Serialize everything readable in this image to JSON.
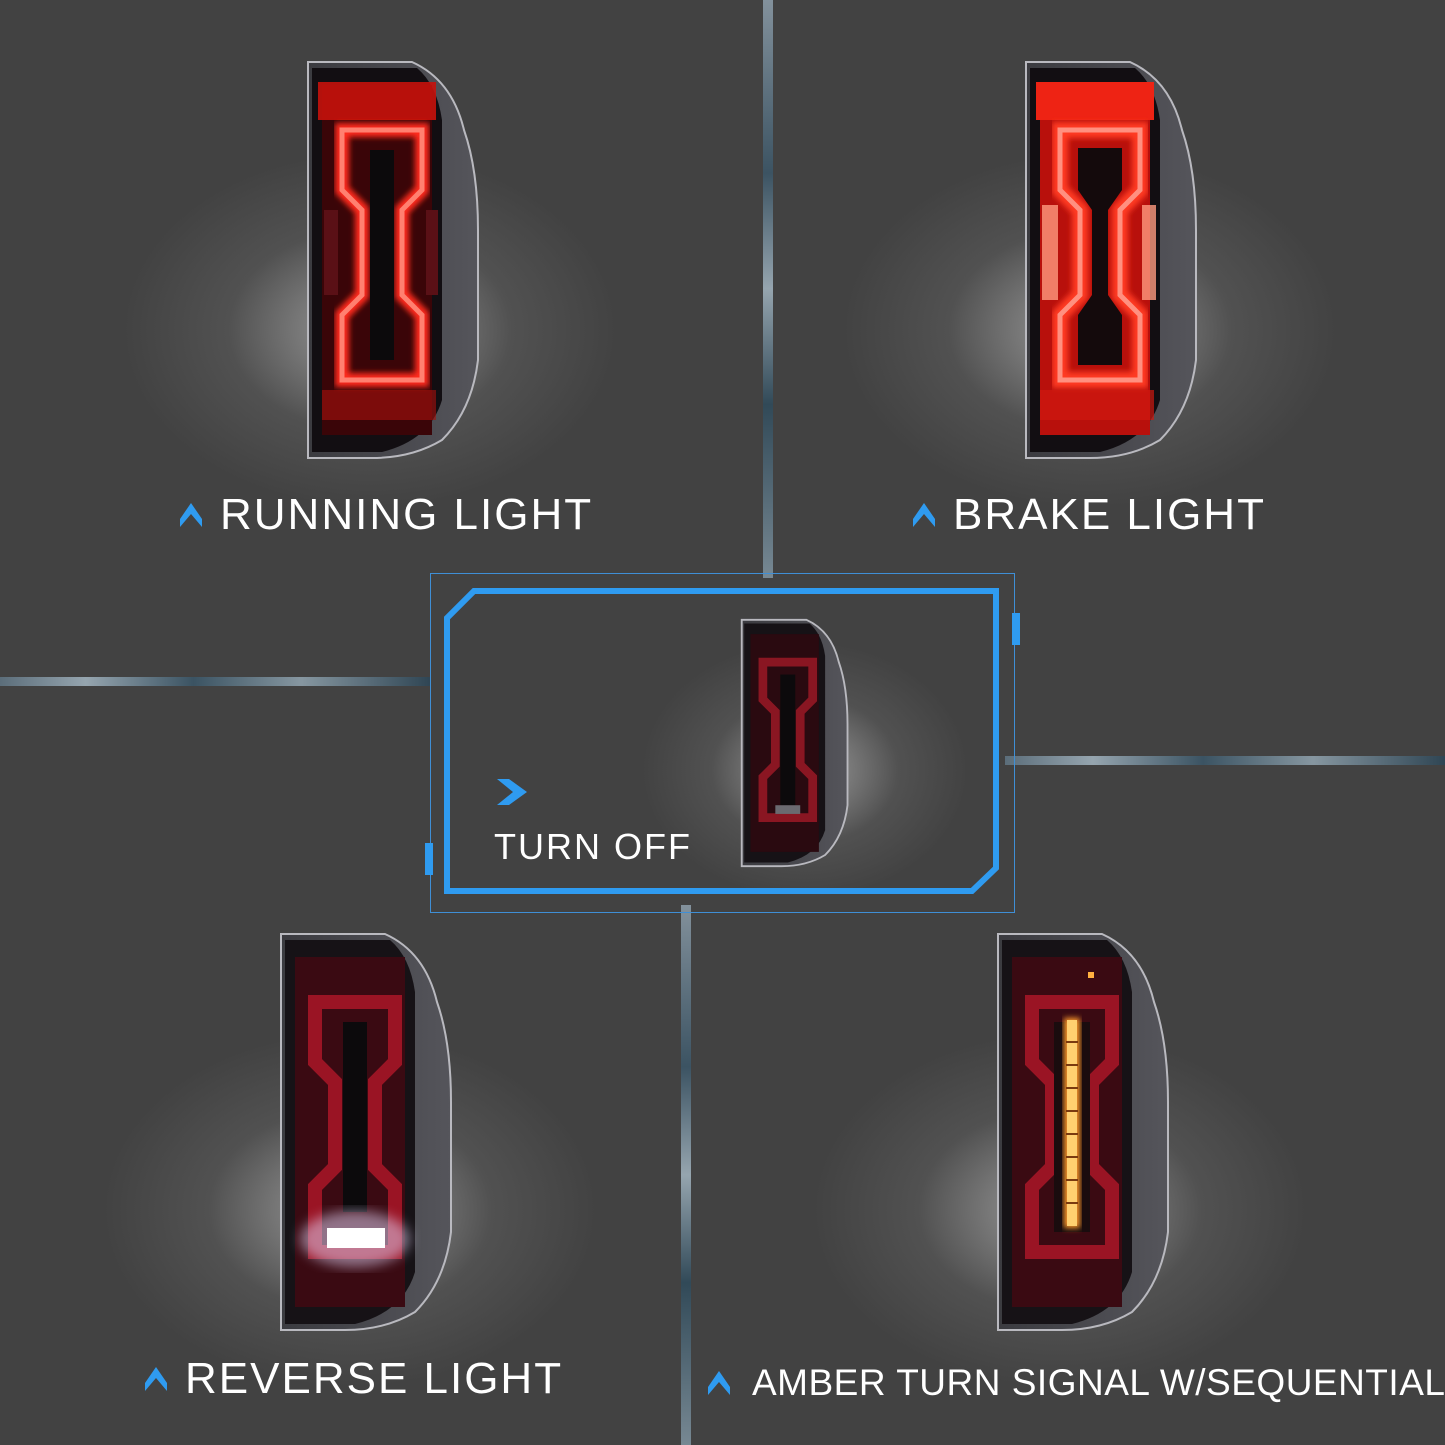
{
  "panels": [
    {
      "id": "running",
      "label": "RUNNING LIGHT",
      "state": "red tube glow on",
      "icon": "chevron-up-icon"
    },
    {
      "id": "brake",
      "label": "BRAKE LIGHT",
      "state": "red tube glow on + side reflectors lit",
      "icon": "chevron-up-icon"
    },
    {
      "id": "off",
      "label": "TURN OFF",
      "state": "all lights off",
      "icon": "chevron-right-icon"
    },
    {
      "id": "reverse",
      "label": "REVERSE LIGHT",
      "state": "white reverse lamp lit",
      "icon": "chevron-up-icon"
    },
    {
      "id": "turn",
      "label": "AMBER TURN SIGNAL W/SEQUENTIAL",
      "state": "amber sequential bar lit",
      "icon": "chevron-up-icon"
    }
  ],
  "colors": {
    "background": "#424242",
    "accent_blue": "#2f9bf0",
    "label_text": "#ffffff",
    "lamp_red": "#ff2a1a",
    "lamp_dark_red": "#7a0f18",
    "amber": "#ffa63a",
    "reverse_white": "#f4f0ff"
  }
}
